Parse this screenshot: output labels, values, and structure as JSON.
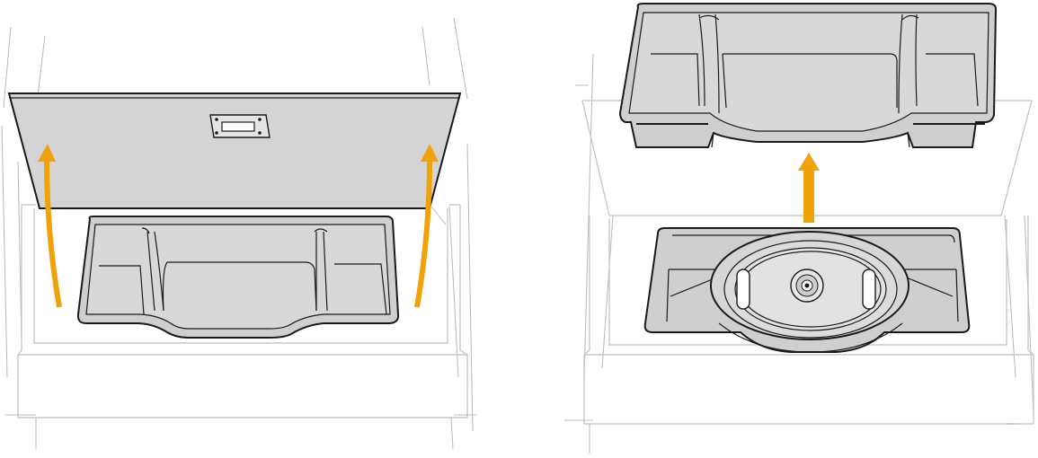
{
  "figure": {
    "panels": [
      {
        "id": "left",
        "step": "lift-cover-panel",
        "arrows": 2
      },
      {
        "id": "right",
        "step": "lift-storage-tray",
        "arrows": 1
      }
    ],
    "colors": {
      "arrow": "#f0a20a",
      "line": "#1a1a1a",
      "fill": "#d4d4d4",
      "frame": "#c8c8c8"
    }
  }
}
